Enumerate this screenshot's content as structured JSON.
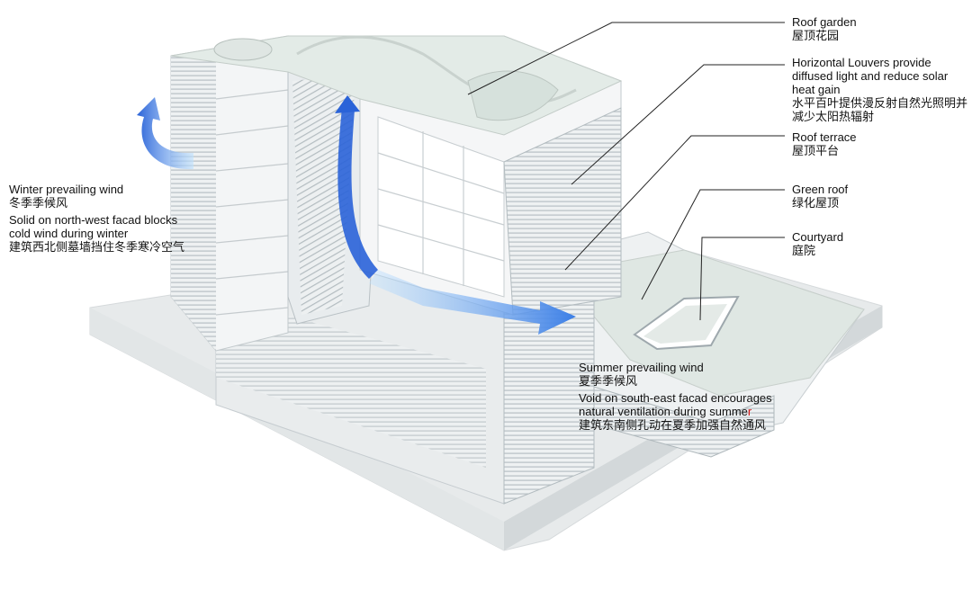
{
  "labels": {
    "roof_garden": {
      "en": "Roof garden",
      "zh": "屋顶花园"
    },
    "louvers": {
      "en1": "Horizontal Louvers provide",
      "en2": "diffused light and reduce solar",
      "en3": "heat gain",
      "zh1": "水平百叶提供漫反射自然光照明并",
      "zh2": "减少太阳热辐射"
    },
    "roof_terrace": {
      "en": "Roof terrace",
      "zh": "屋顶平台"
    },
    "green_roof": {
      "en": "Green roof",
      "zh": "绿化屋顶"
    },
    "courtyard": {
      "en": "Courtyard",
      "zh": "庭院"
    },
    "winter": {
      "title": "Winter prevailing wind",
      "title_zh": "冬季季候风",
      "desc1": "Solid on north-west facad blocks",
      "desc2": "cold wind during winter",
      "desc_zh": "建筑西北侧墓墙挡住冬季寒冷空气"
    },
    "summer": {
      "title": "Summer prevailing wind",
      "title_zh": "夏季季候风",
      "desc1": "Void on south-east facad encourages",
      "desc2_main": "natural ventilation during summe",
      "desc2_end": "r",
      "desc_zh": "建筑东南侧孔动在夏季加强自然通风"
    }
  },
  "colors": {
    "wind_arrow": "#2a63d8",
    "wind_arrow_light": "#9fd0ff",
    "building": "#f1f3f4",
    "green_roof": "#dfe9e4",
    "louver": "#b9c2c6",
    "leader": "#222222",
    "accent_red": "#d01010"
  }
}
